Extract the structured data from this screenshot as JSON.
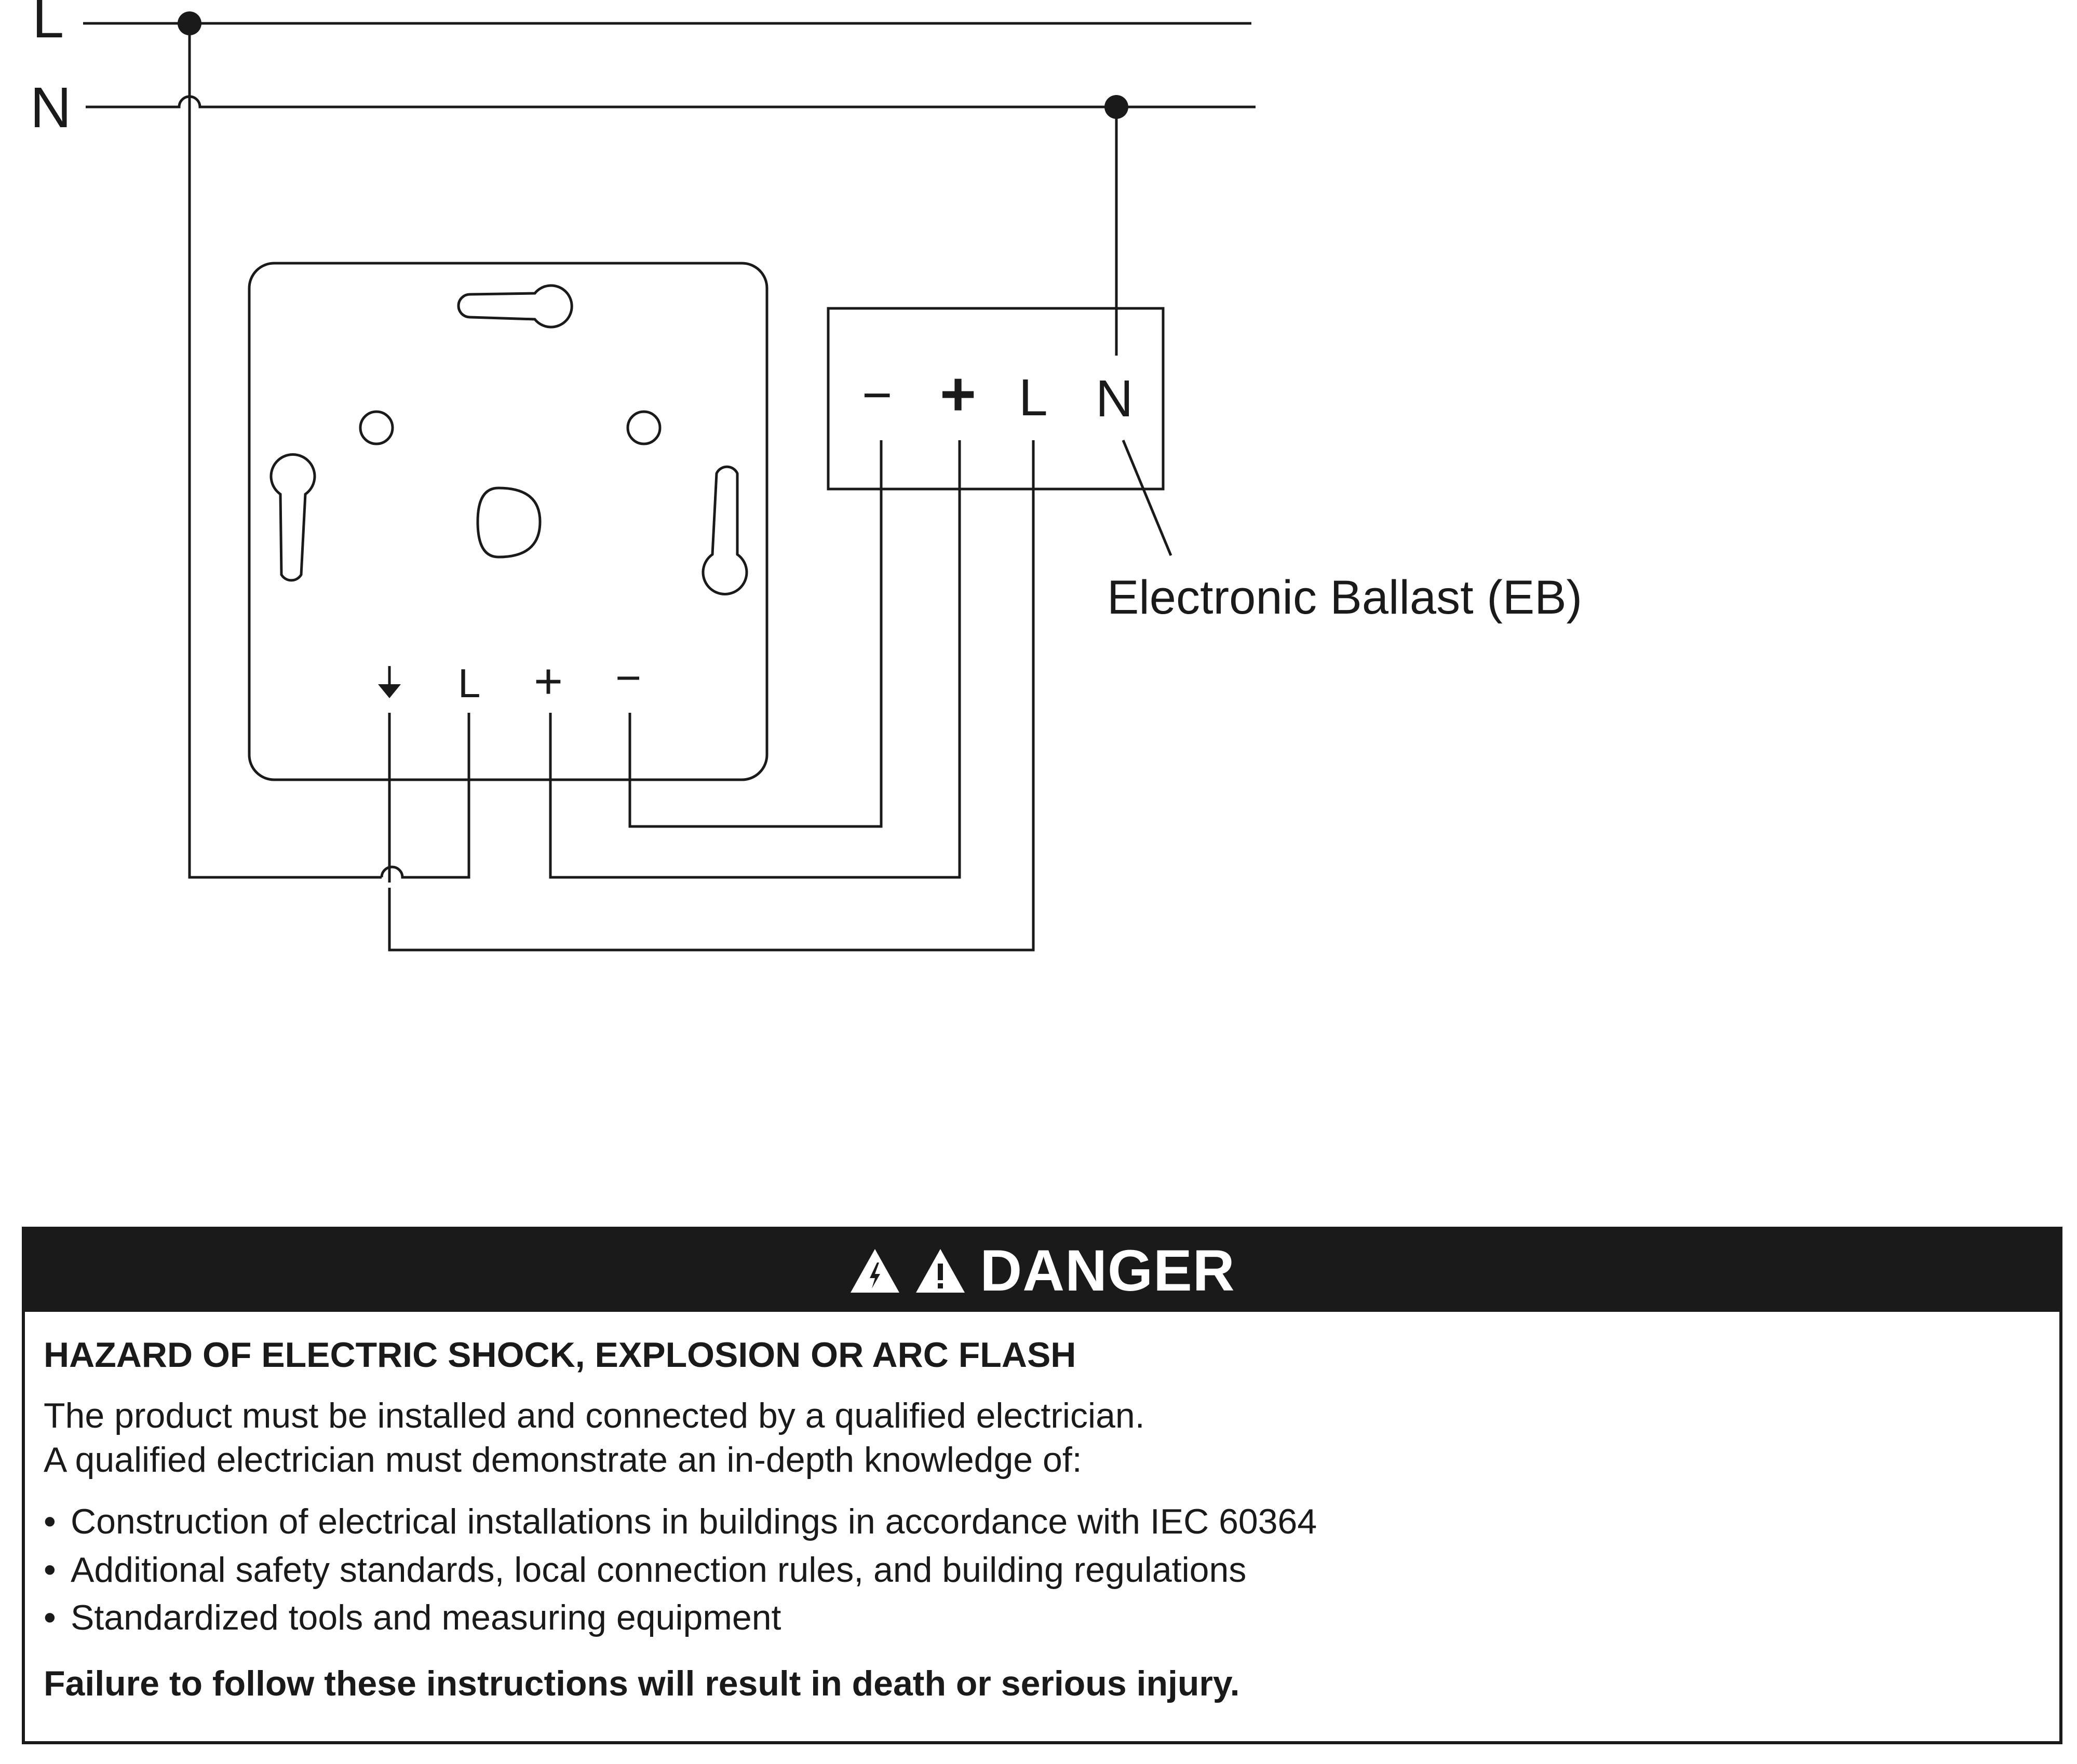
{
  "diagram": {
    "supply_labels": {
      "line": "L",
      "neutral": "N"
    },
    "dimmer_terminals": {
      "ground_symbol": "🠗",
      "line": "L",
      "plus": "+",
      "minus": "−"
    },
    "ballast_terminals": {
      "minus": "−",
      "plus": "+",
      "line": "L",
      "neutral": "N"
    },
    "ballast_label": "Electronic Ballast (EB)"
  },
  "danger": {
    "title": "DANGER",
    "icons": [
      "electric-shock-warning-icon",
      "general-warning-icon"
    ],
    "hazard_title": "HAZARD OF ELECTRIC SHOCK, EXPLOSION OR ARC FLASH",
    "intro_lines": [
      "The product must be installed and connected by a qualified electrician.",
      "A qualified electrician must demonstrate an in-depth knowledge of:"
    ],
    "bullet_char": "•",
    "bullets": [
      "Construction of electrical installations in buildings in accordance with IEC 60364",
      "Additional safety standards, local connection rules, and building regulations",
      "Standardized tools and measuring equipment"
    ],
    "failure_note": "Failure to follow these instructions will result in death or serious injury."
  },
  "colors": {
    "ink": "#1a1a1a",
    "paper": "#ffffff"
  }
}
